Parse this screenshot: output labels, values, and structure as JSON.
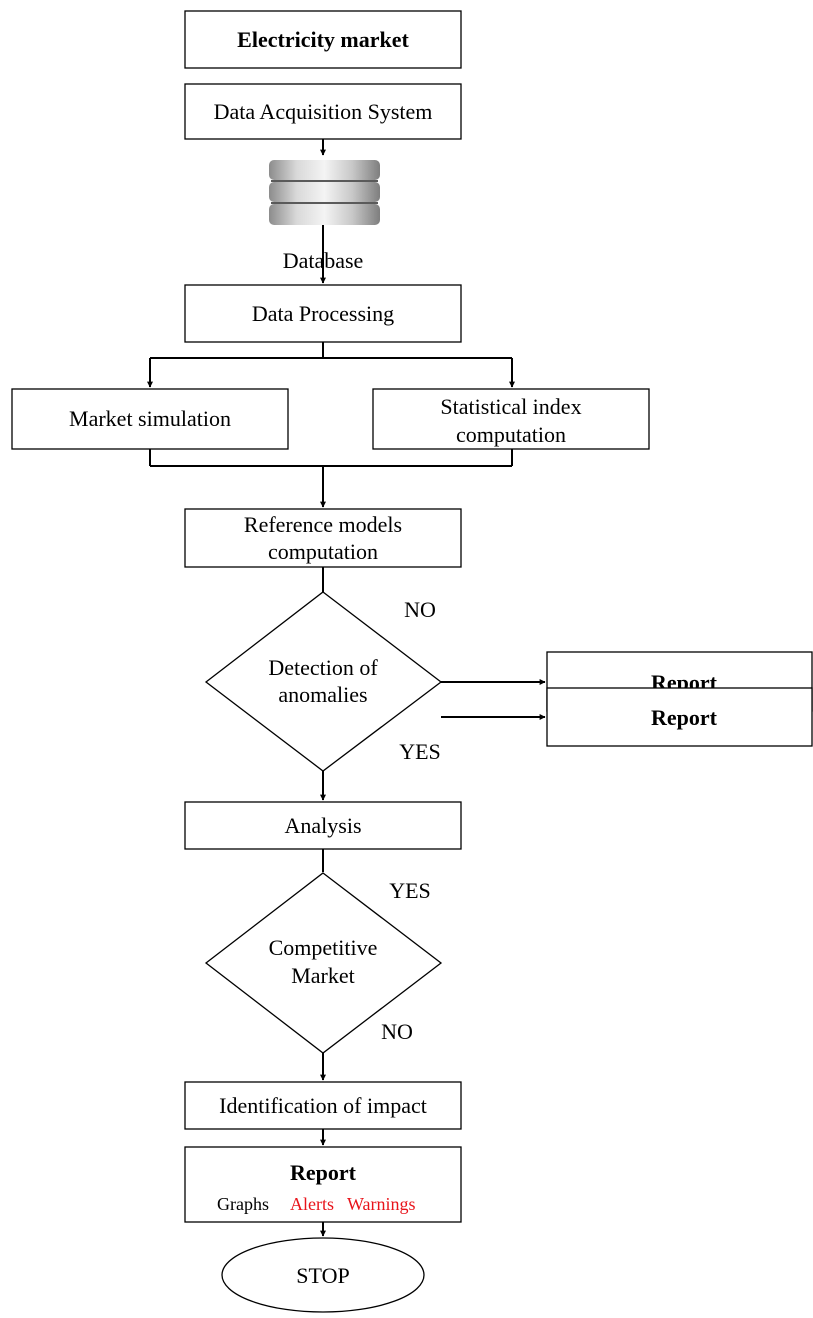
{
  "nodes": {
    "electricity_market": "Electricity market",
    "data_acquisition": "Data Acquisition System",
    "database": "Database",
    "data_processing": "Data Processing",
    "market_simulation": "Market simulation",
    "statistical_index_line1": "Statistical index",
    "statistical_index_line2": "computation",
    "reference_models_line1": "Reference models",
    "reference_models_line2": "computation",
    "detection_line1": "Detection of",
    "detection_line2": "anomalies",
    "report_anomalies": "Report",
    "analysis": "Analysis",
    "competitive_line1": "Competitive",
    "competitive_line2": "Market",
    "report_competitive": "Report",
    "identification": "Identification of  impact",
    "final_report_title": "Report",
    "final_report_graphs": "Graphs",
    "final_report_alerts": "Alerts",
    "final_report_warnings": "Warnings",
    "stop": "STOP"
  },
  "edge_labels": {
    "detection_no": "NO",
    "detection_yes": "YES",
    "competitive_yes": "YES",
    "competitive_no": "NO"
  },
  "colors": {
    "alert_text": "#e8141b",
    "database_metal": "#a9a9a9"
  }
}
